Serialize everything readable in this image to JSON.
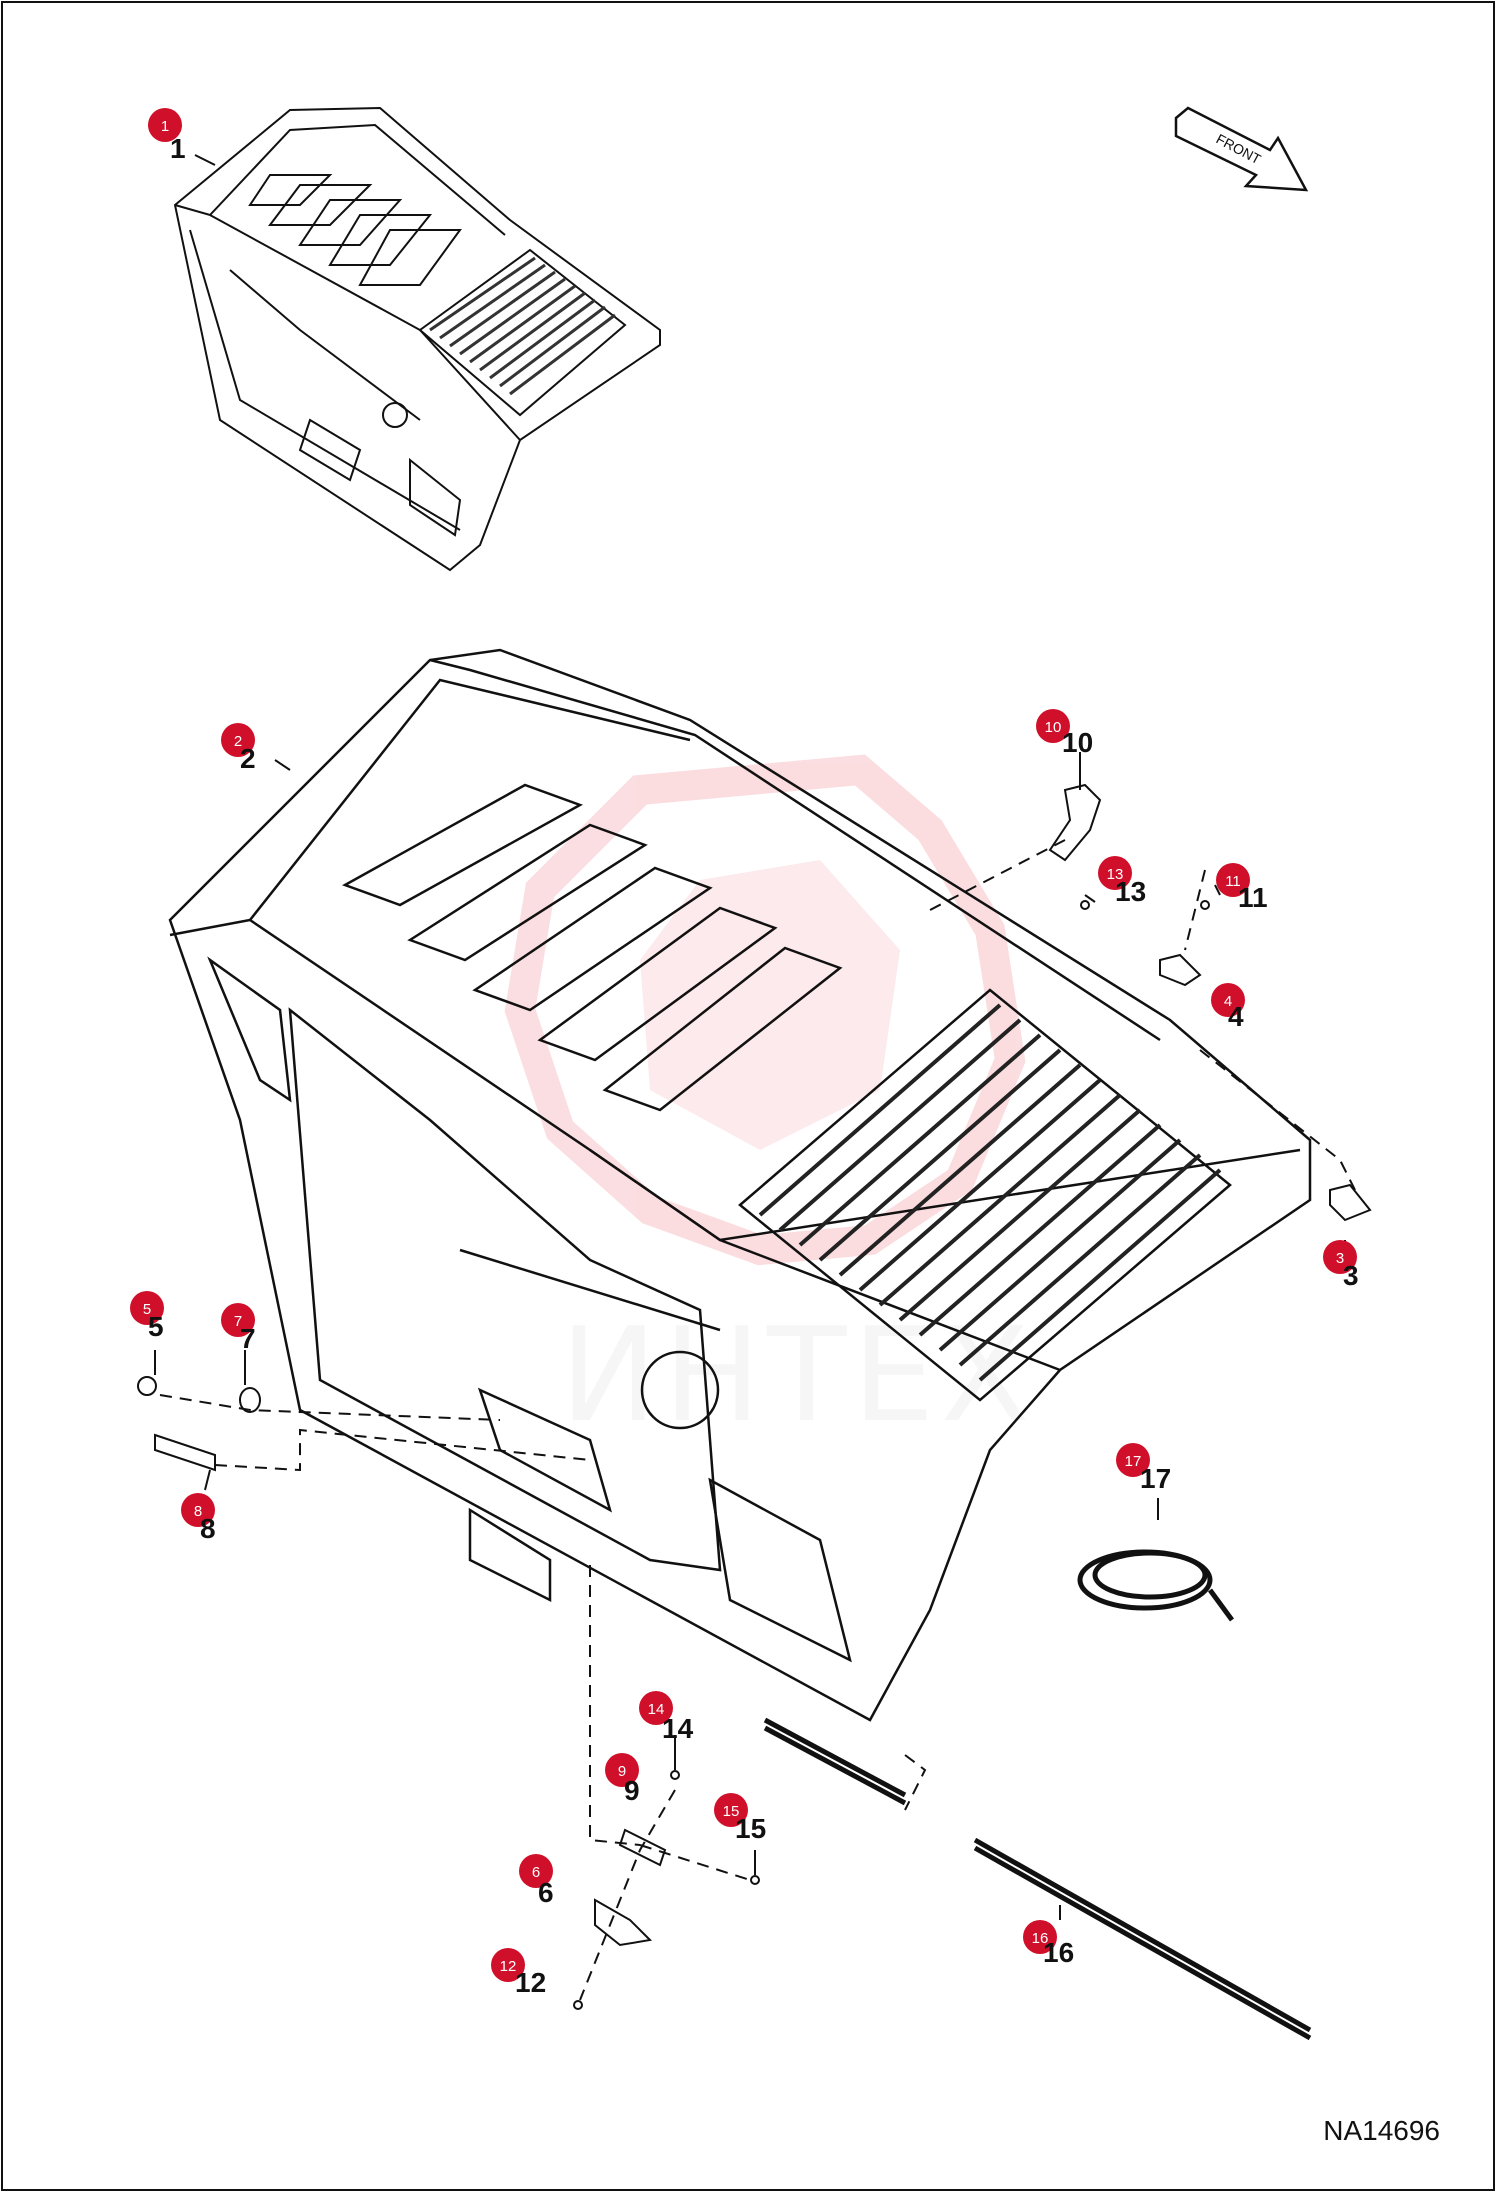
{
  "drawing_code": "NA14696",
  "front_arrow_label": "FRONT",
  "watermark_text": "ИНТЕХ",
  "callout_color": "#d0102a",
  "callouts": [
    {
      "id": "1",
      "number": "1"
    },
    {
      "id": "2",
      "number": "2"
    },
    {
      "id": "3",
      "number": "3"
    },
    {
      "id": "4",
      "number": "4"
    },
    {
      "id": "5",
      "number": "5"
    },
    {
      "id": "6",
      "number": "6"
    },
    {
      "id": "7",
      "number": "7"
    },
    {
      "id": "8",
      "number": "8"
    },
    {
      "id": "9",
      "number": "9"
    },
    {
      "id": "10",
      "number": "10"
    },
    {
      "id": "11",
      "number": "11"
    },
    {
      "id": "12",
      "number": "12"
    },
    {
      "id": "13",
      "number": "13"
    },
    {
      "id": "14",
      "number": "14"
    },
    {
      "id": "15",
      "number": "15"
    },
    {
      "id": "16",
      "number": "16"
    },
    {
      "id": "17",
      "number": "17"
    }
  ]
}
